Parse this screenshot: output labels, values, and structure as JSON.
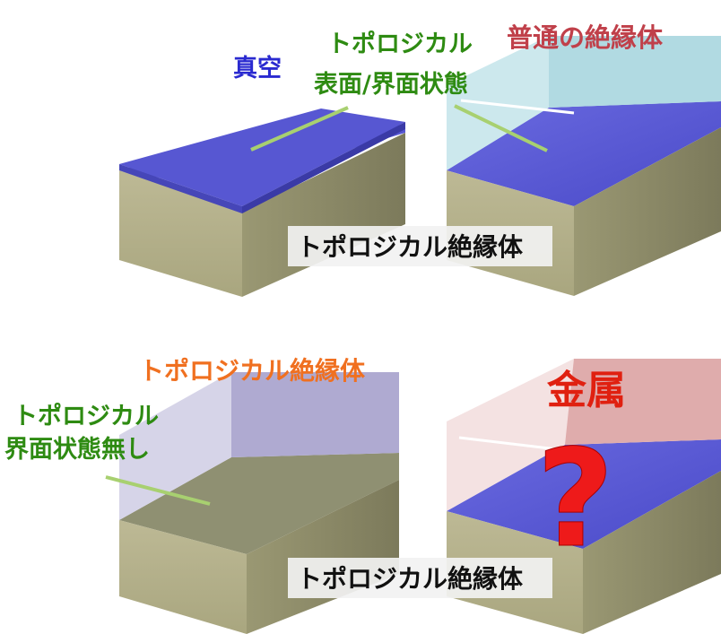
{
  "labels": {
    "vacuum": "真空",
    "topo_surface_1": "トポロジカル",
    "topo_surface_2": "表面/界面状態",
    "normal_insulator": "普通の絶縁体",
    "ti_caption_top": "トポロジカル絶縁体",
    "ti_overlay": "トポロジカル絶縁体",
    "no_interface_1": "トポロジカル",
    "no_interface_2": "界面状態無し",
    "metal": "金属",
    "question": "?",
    "ti_caption_bottom": "トポロジカル絶縁体"
  },
  "colors": {
    "substrate_top": "#5b5bd6",
    "substrate_front": "#b7b490",
    "substrate_side": "#8b8a68",
    "vacuum_text": "#2a2ad0",
    "green_text": "#2e8b12",
    "red_text": "#c0404a",
    "orange_text": "#f07020",
    "metal_text": "#e02010",
    "question": "#ee1a1a",
    "surface_line": "#a8d070"
  }
}
